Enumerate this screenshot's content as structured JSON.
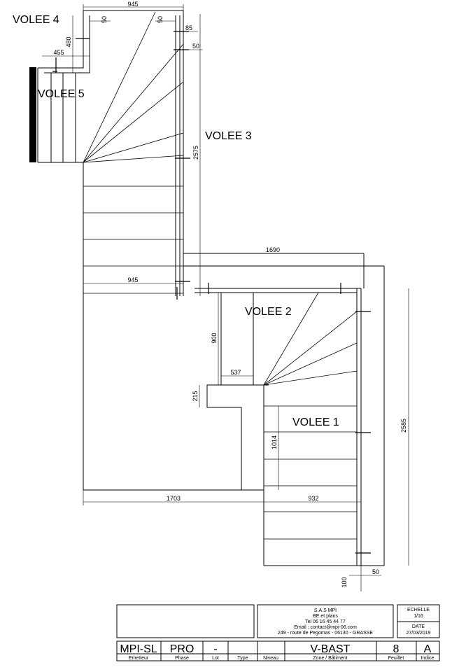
{
  "labels": {
    "volee1": "VOLEE 1",
    "volee2": "VOLEE 2",
    "volee3": "VOLEE 3",
    "volee4": "VOLEE 4",
    "volee5": "VOLEE 5"
  },
  "dimensions": {
    "top_width": "945",
    "top_left_offset": "50",
    "top_right_offset": "50",
    "right_85": "85",
    "right_50": "50",
    "left_480": "480",
    "left_455": "455",
    "vertical_2575": "2575",
    "mid_1690": "1690",
    "mid_945": "945",
    "landing_900": "900",
    "landing_537": "537",
    "landing_215": "215",
    "vertical_1014": "1014",
    "vertical_2585": "2585",
    "bottom_1703": "1703",
    "bottom_932": "932",
    "bottom_100": "100",
    "bottom_50": "50"
  },
  "cartouche": {
    "company_name": "S.A.S MPI",
    "company_sub": "BE et plans",
    "phone": "Tel 06 16 45 44 77",
    "email": "Email : contact@mpi-06.com",
    "address": "249 - route de Pegomas - 06130  - GRASSE",
    "echelle_label": "ECHELLE",
    "echelle_value": "1/16",
    "date_label": "DATE",
    "date_value": "27/03/2019",
    "emetteur": "MPI-SL",
    "phase": "PRO",
    "lot": "-",
    "type": "",
    "niveau": "",
    "zone": "V-BAST",
    "feuillet": "8",
    "indice": "A",
    "h_emetteur": "Emetteur",
    "h_phase": "Phase",
    "h_lot": "Lot",
    "h_type": "Type",
    "h_niveau": "Niveau",
    "h_zone": "Zone / Bâtiment",
    "h_feuillet": "Feuillet",
    "h_indice": "Indice"
  }
}
